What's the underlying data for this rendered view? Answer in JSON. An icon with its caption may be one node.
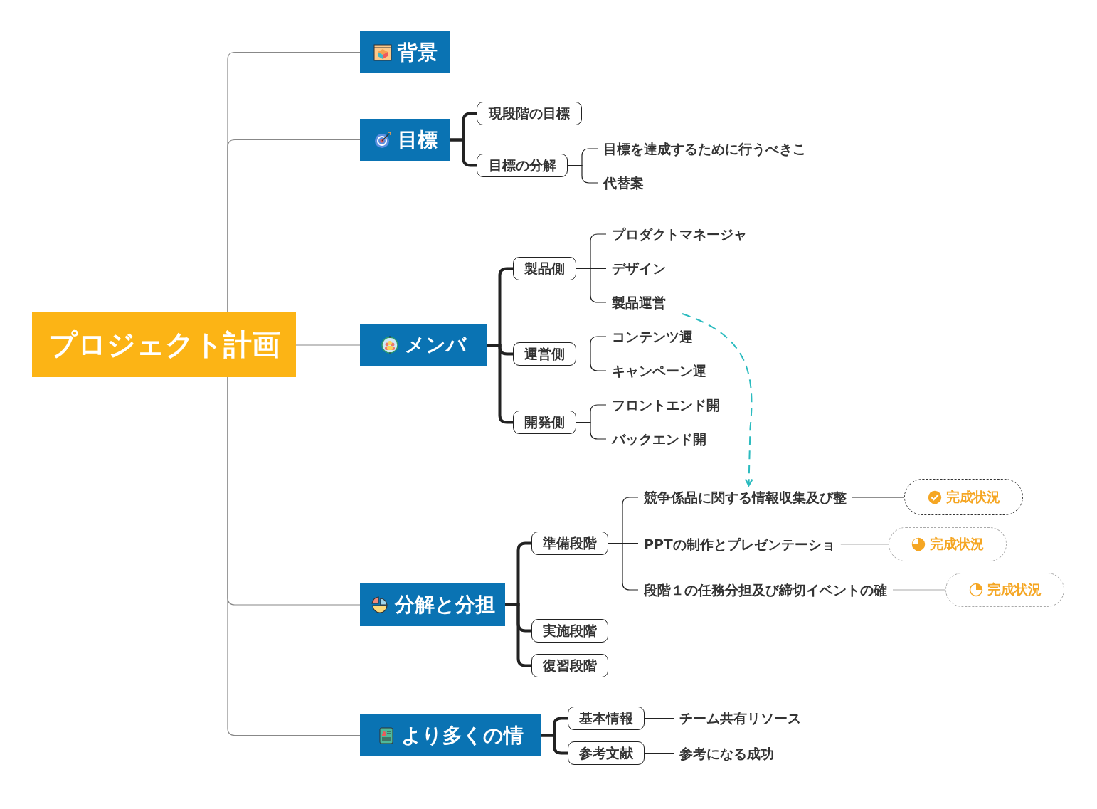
{
  "diagram": {
    "nodes": [
      {
        "text": [
          "プロジェクト計画"
        ]
      },
      {
        "text": [
          "背景"
        ]
      },
      {
        "text": [
          "目標"
        ]
      },
      {
        "text": [
          "現段階の目標"
        ]
      },
      {
        "text": [
          "目標の分解"
        ]
      },
      {
        "text": [
          "目標を達成するために行うべきこ"
        ]
      },
      {
        "text": [
          "代替案"
        ]
      },
      {
        "text": [
          "メンバ"
        ]
      },
      {
        "text": [
          "製品側"
        ]
      },
      {
        "text": [
          "プロダクトマネージャ"
        ]
      },
      {
        "text": [
          "デザイン"
        ]
      },
      {
        "text": [
          "製品運営"
        ]
      },
      {
        "text": [
          "運営側"
        ]
      },
      {
        "text": [
          "コンテンツ運"
        ]
      },
      {
        "text": [
          "キャンペーン運"
        ]
      },
      {
        "text": [
          "開発側"
        ]
      },
      {
        "text": [
          "フロントエンド開"
        ]
      },
      {
        "text": [
          "バックエンド開"
        ]
      },
      {
        "text": [
          "分解と分担"
        ]
      },
      {
        "text": [
          "準備段階"
        ]
      },
      {
        "text": [
          "競争係品に関する情報収集及び整"
        ]
      },
      {
        "text": [
          "完成状況"
        ]
      },
      {
        "text": [
          "PPTの制作とプレゼンテーショ"
        ]
      },
      {
        "text": [
          "完成状況"
        ]
      },
      {
        "text": [
          "段階１の任務分担及び締切イベントの確"
        ]
      },
      {
        "text": [
          "完成状況"
        ]
      },
      {
        "text": [
          "実施段階"
        ]
      },
      {
        "text": [
          "復習段階"
        ]
      },
      {
        "text": [
          "より多くの情"
        ]
      },
      {
        "text": [
          "基本情報"
        ]
      },
      {
        "text": [
          "チーム共有リソース"
        ]
      },
      {
        "text": [
          "参考文献"
        ]
      },
      {
        "text": [
          "参考になる成功"
        ]
      }
    ],
    "edges": [
      {
        "from": 0,
        "to": 1,
        "arrow": "none",
        "color": "#888888"
      },
      {
        "from": 0,
        "to": 2,
        "arrow": "none",
        "color": "#888888"
      },
      {
        "from": 0,
        "to": 7,
        "arrow": "none",
        "color": "#888888"
      },
      {
        "from": 0,
        "to": 18,
        "arrow": "none",
        "color": "#888888"
      },
      {
        "from": 0,
        "to": 28,
        "arrow": "none",
        "color": "#888888"
      },
      {
        "from": 2,
        "to": 3,
        "arrow": "none",
        "style": "thick"
      },
      {
        "from": 2,
        "to": 4,
        "arrow": "none",
        "style": "thick"
      },
      {
        "from": 4,
        "to": 5,
        "arrow": "none"
      },
      {
        "from": 4,
        "to": 6,
        "arrow": "none"
      },
      {
        "from": 7,
        "to": 8,
        "arrow": "none",
        "style": "thick"
      },
      {
        "from": 7,
        "to": 12,
        "arrow": "none",
        "style": "thick"
      },
      {
        "from": 7,
        "to": 15,
        "arrow": "none",
        "style": "thick"
      },
      {
        "from": 8,
        "to": 9,
        "arrow": "none"
      },
      {
        "from": 8,
        "to": 10,
        "arrow": "none"
      },
      {
        "from": 8,
        "to": 11,
        "arrow": "none"
      },
      {
        "from": 12,
        "to": 13,
        "arrow": "none"
      },
      {
        "from": 12,
        "to": 14,
        "arrow": "none"
      },
      {
        "from": 15,
        "to": 16,
        "arrow": "none"
      },
      {
        "from": 15,
        "to": 17,
        "arrow": "none"
      },
      {
        "from": 18,
        "to": 19,
        "arrow": "none",
        "style": "thick"
      },
      {
        "from": 18,
        "to": 26,
        "arrow": "none",
        "style": "thick"
      },
      {
        "from": 18,
        "to": 27,
        "arrow": "none",
        "style": "thick"
      },
      {
        "from": 19,
        "to": 20,
        "arrow": "none"
      },
      {
        "from": 19,
        "to": 22,
        "arrow": "none"
      },
      {
        "from": 19,
        "to": 24,
        "arrow": "none"
      },
      {
        "from": 20,
        "to": 21,
        "arrow": "none"
      },
      {
        "from": 22,
        "to": 23,
        "arrow": "none",
        "color": "#aaaaaa"
      },
      {
        "from": 24,
        "to": 25,
        "arrow": "none",
        "color": "#aaaaaa"
      },
      {
        "from": 28,
        "to": 29,
        "arrow": "none",
        "style": "thick"
      },
      {
        "from": 28,
        "to": 31,
        "arrow": "none",
        "style": "thick"
      },
      {
        "from": 29,
        "to": 30,
        "arrow": "none"
      },
      {
        "from": 31,
        "to": 32,
        "arrow": "none"
      },
      {
        "from": 11,
        "to": 20,
        "arrow": "to",
        "style": "dashed",
        "color": "#2bbbbf"
      }
    ]
  }
}
